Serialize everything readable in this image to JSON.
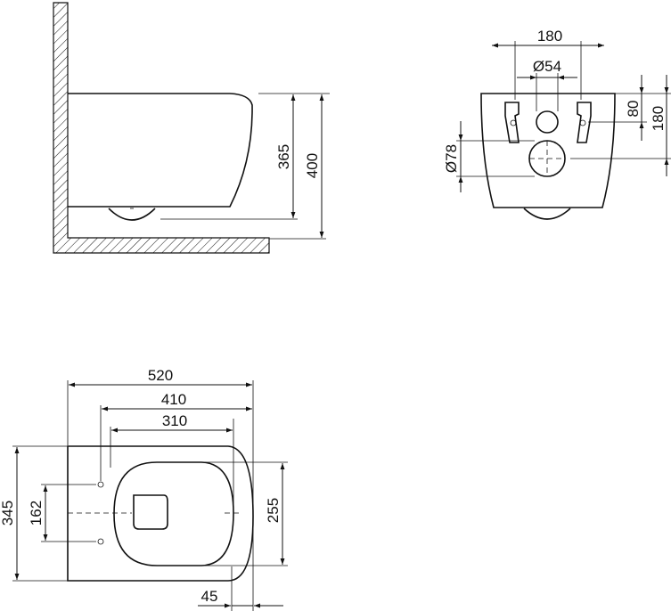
{
  "side_view": {
    "dim_height_pan": "365",
    "dim_height_total": "400"
  },
  "rear_view": {
    "dim_bolt_spacing": "180",
    "dim_inlet_diameter": "Ø54",
    "dim_inlet_height": "80",
    "dim_outlet_height": "180",
    "dim_outlet_diameter": "Ø78"
  },
  "top_view": {
    "dim_length": "520",
    "dim_bolt_to_front": "410",
    "dim_seat_length": "310",
    "dim_width": "345",
    "dim_bolt_spacing": "162",
    "dim_seat_width": "255",
    "dim_front_offset": "45"
  },
  "colors": {
    "line": "#111111",
    "background": "#ffffff"
  }
}
